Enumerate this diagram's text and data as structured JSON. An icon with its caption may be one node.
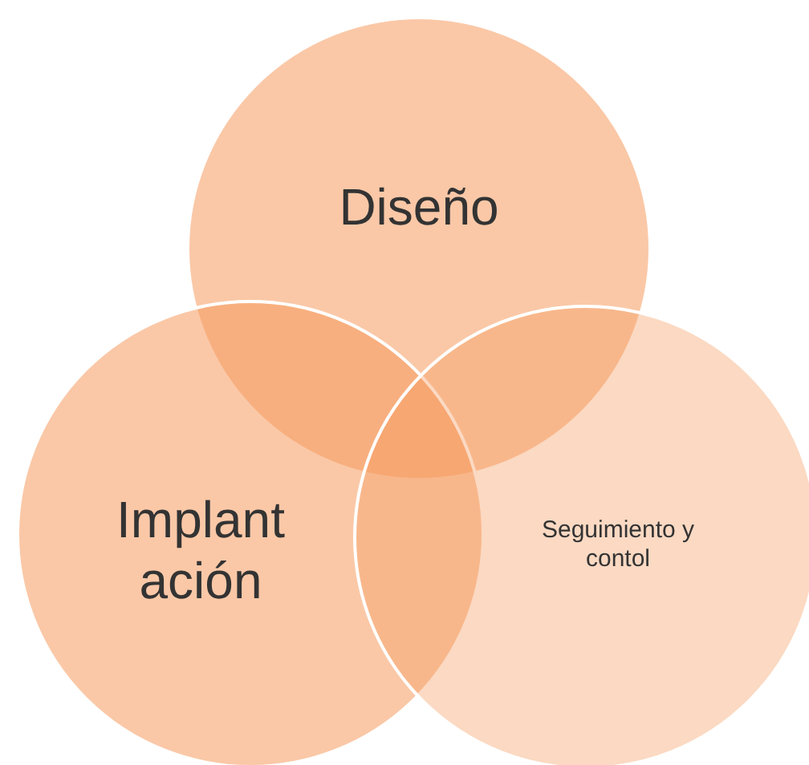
{
  "diagram": {
    "nodes": [
      {
        "text": [
          "Diseño"
        ]
      },
      {
        "text": [
          "Implant ación"
        ]
      },
      {
        "text": [
          "Seguimiento y contol"
        ]
      }
    ]
  }
}
